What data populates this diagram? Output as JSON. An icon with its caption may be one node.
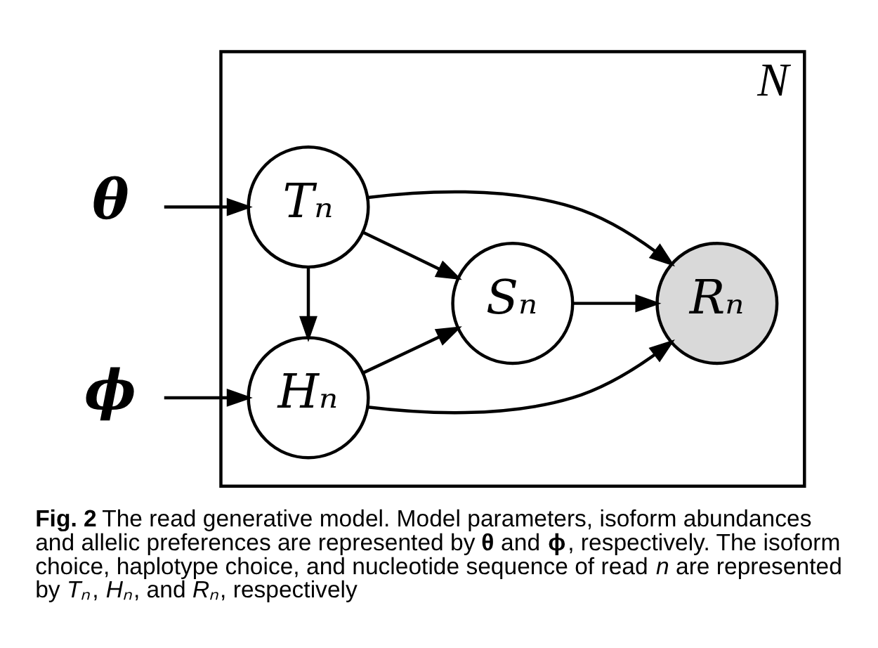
{
  "diagram": {
    "caption": "**Fig. 2** The read generative model. Model parameters, isoform abundances and allelic preferences are represented by **θ** and **ϕ**, respectively. The isoform choice, haplotype choice, and nucleotide sequence of read *n* are represented by *Tₙ*, *Hₙ*, and *Rₙ*, respectively",
    "nodes": [
      {
        "text": [
          "N"
        ]
      },
      {
        "text": [
          "θ"
        ]
      },
      {
        "text": [
          "Tₙ"
        ],
        "in": 0
      },
      {
        "text": [
          "Sₙ"
        ],
        "in": 0
      },
      {
        "text": [
          "Rₙ"
        ],
        "in": 0
      },
      {
        "text": [
          "ϕ"
        ]
      },
      {
        "text": [
          "Hₙ"
        ],
        "in": 0
      }
    ],
    "edges": [
      {
        "from": 1,
        "to": 2,
        "arrow": "to"
      },
      {
        "from": 2,
        "to": 4,
        "arrow": "to"
      },
      {
        "from": 2,
        "to": 3,
        "arrow": "to"
      },
      {
        "from": 2,
        "to": 6,
        "arrow": "to"
      },
      {
        "from": 3,
        "to": 4,
        "arrow": "to"
      },
      {
        "from": 5,
        "to": 6,
        "arrow": "to"
      },
      {
        "from": 6,
        "to": 3,
        "arrow": "to"
      },
      {
        "from": 6,
        "to": 4,
        "arrow": "to"
      }
    ]
  }
}
